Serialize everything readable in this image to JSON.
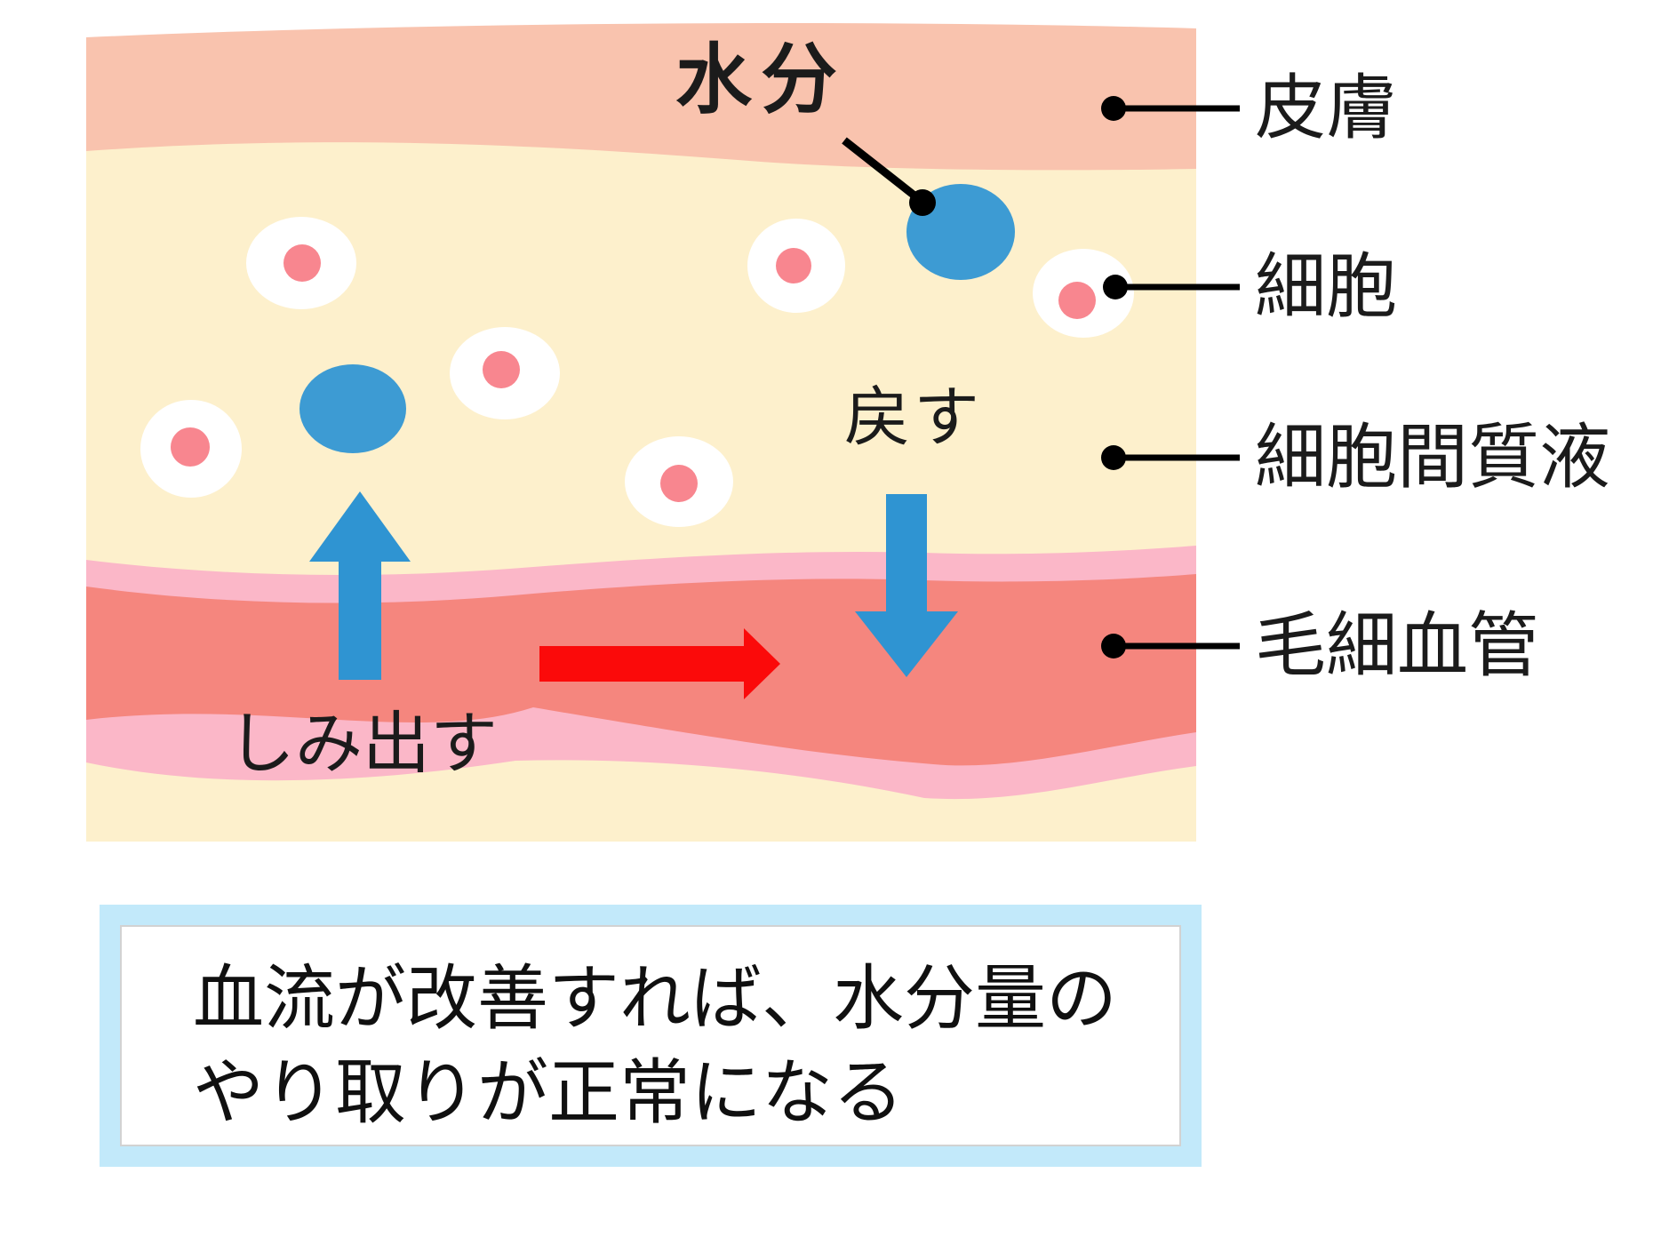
{
  "figure": {
    "annotations": {
      "moisture": "水分",
      "return_flow": "戻す",
      "seep_out": "しみ出す"
    },
    "layer_labels": [
      {
        "text": "皮膚"
      },
      {
        "text": "細胞"
      },
      {
        "text": "細胞間質液"
      },
      {
        "text": "毛細血管"
      }
    ],
    "caption": {
      "line1": "血流が改善すれば、水分量の",
      "line2": "やり取りが正常になる"
    },
    "icons": {
      "water-drop-icon": "blue ellipse (moisture droplet)",
      "cell-icon": "white ellipse with pink nucleus",
      "up-arrow-icon": "blue arrow pointing up (seep out of capillary)",
      "down-arrow-icon": "blue arrow pointing down (return into capillary)",
      "blood-flow-arrow-icon": "red arrow pointing right (blood flow)",
      "callout-dot": "black dot leader marker"
    },
    "colors": {
      "skin_layer": "#f9c3ae",
      "interstitial_fluid": "#fdf0cc",
      "vessel_wall": "#fbb7c8",
      "blood": "#f5867e",
      "cell_nucleus": "#f8868f",
      "water_blue": "#3d9bd3",
      "red_arrow": "#fb0a0a",
      "caption_border": "#c2e9fa",
      "text": "#1b1b1b"
    }
  }
}
